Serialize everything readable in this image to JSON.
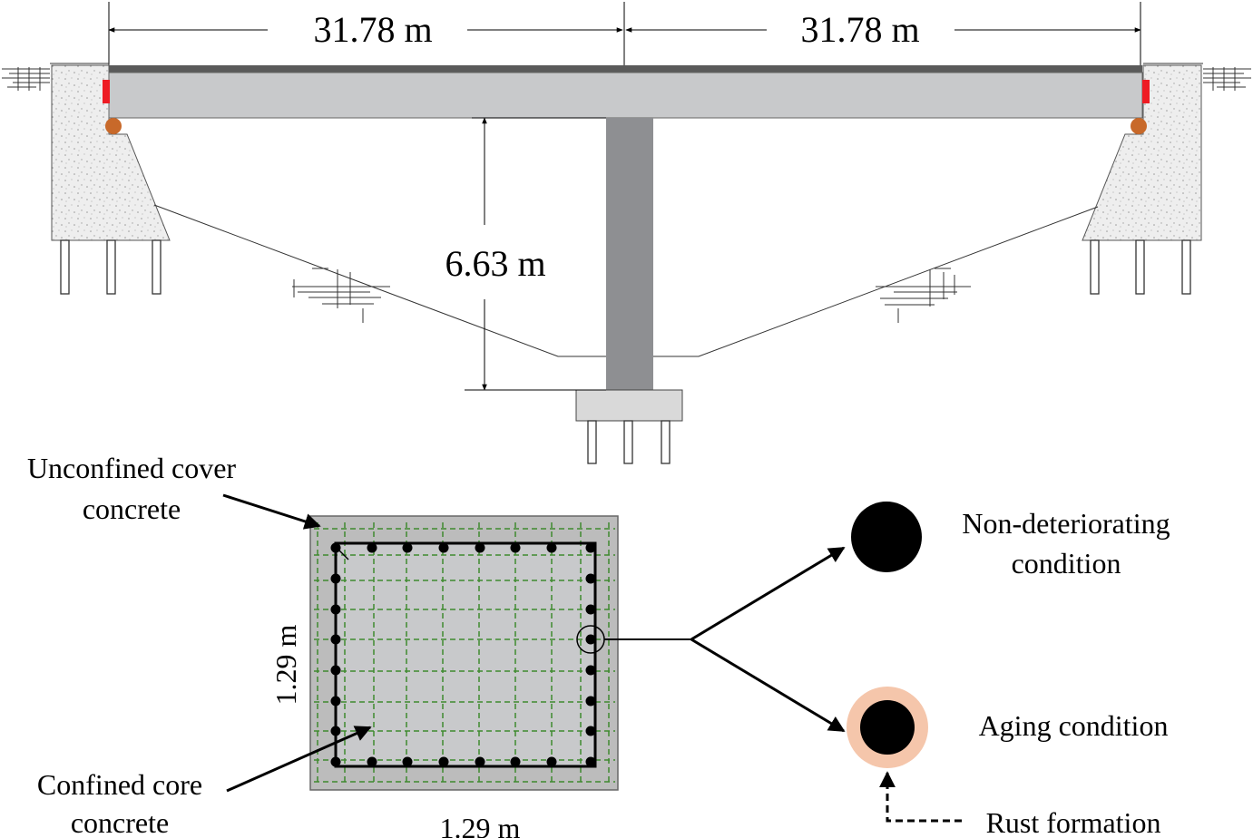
{
  "bridge": {
    "span_left": "31.78 m",
    "span_right": "31.78 m",
    "pier_height": "6.63 m"
  },
  "section": {
    "height_label": "1.29 m",
    "width_label": "1.29 m",
    "cover_label_line1": "Unconfined cover",
    "cover_label_line2": "concrete",
    "core_label_line1": "Confined core",
    "core_label_line2": "concrete"
  },
  "rebar": {
    "normal_line1": "Non-deteriorating",
    "normal_line2": "condition",
    "aging": "Aging condition",
    "rust": "Rust formation"
  },
  "colors": {
    "deck": "#c8c9cb",
    "pier": "#8e8f92",
    "footing": "#d9d9d9",
    "abutment": "#ececec",
    "bearing_pad": "#ee1c24",
    "bearing": "#c8692a",
    "section_cover": "#bcbcbc",
    "section_core": "#c8c9cb",
    "grid": "#3f8a2f",
    "rust": "#f5c6ab"
  }
}
